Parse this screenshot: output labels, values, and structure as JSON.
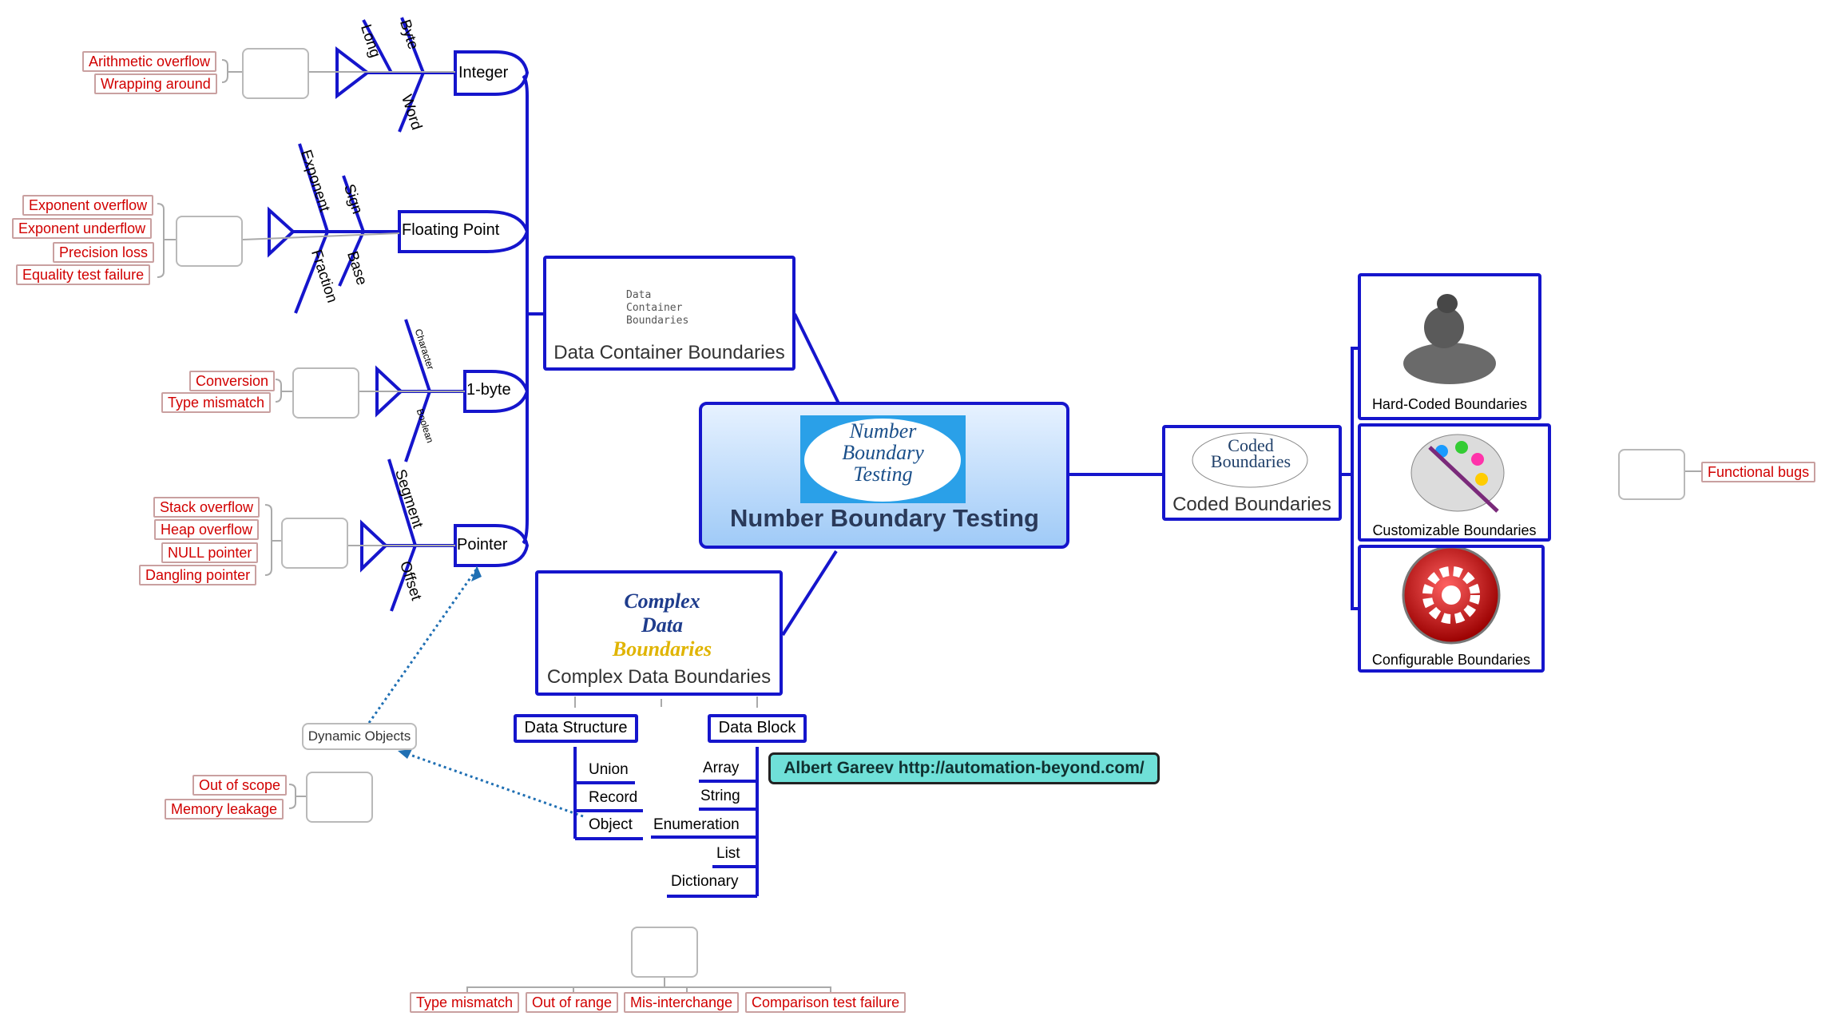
{
  "central": {
    "title": "Number Boundary Testing",
    "logo": [
      "Number",
      "Boundary",
      "Testing"
    ]
  },
  "data_container": {
    "label": "Data Container Boundaries",
    "icon_text": [
      "Data",
      "Container",
      "Boundaries"
    ],
    "types": [
      {
        "label": "Integer",
        "bones": [
          "Long",
          "Byte",
          "Word"
        ],
        "bugs": [
          "Arithmetic overflow",
          "Wrapping around"
        ]
      },
      {
        "label": "Floating Point",
        "bones": [
          "Exponent",
          "Sign",
          "Fraction",
          "Base"
        ],
        "bugs": [
          "Exponent overflow",
          "Exponent underflow",
          "Precision loss",
          "Equality test failure"
        ]
      },
      {
        "label": "1-byte",
        "bones": [
          "Character",
          "Boolean"
        ],
        "bugs": [
          "Conversion",
          "Type mismatch"
        ]
      },
      {
        "label": "Pointer",
        "bones": [
          "Segment",
          "Offset"
        ],
        "bugs": [
          "Stack overflow",
          "Heap overflow",
          "NULL pointer",
          "Dangling pointer"
        ]
      }
    ]
  },
  "complex_data": {
    "label": "Complex Data Boundaries",
    "logo": [
      "Complex Data",
      "Boundaries"
    ],
    "data_structure": {
      "label": "Data Structure",
      "items": [
        "Union",
        "Record",
        "Object"
      ]
    },
    "data_block": {
      "label": "Data Block",
      "items": [
        "Array",
        "String",
        "Enumeration",
        "List",
        "Dictionary"
      ]
    },
    "dynamic_objects": {
      "label": "Dynamic Objects",
      "bugs": [
        "Out of scope",
        "Memory leakage"
      ]
    },
    "bugs": [
      "Type mismatch",
      "Out of range",
      "Mis-interchange",
      "Comparison test failure"
    ]
  },
  "coded": {
    "label": "Coded Boundaries",
    "icon_text": [
      "Coded",
      "Boundaries"
    ],
    "children": [
      "Hard-Coded Boundaries",
      "Customizable Boundaries",
      "Configurable Boundaries"
    ],
    "bugs": [
      "Functional bugs"
    ]
  },
  "author": "Albert Gareev http://automation-beyond.com/",
  "colors": {
    "branch": "#1515cc",
    "bug_text": "#d10000",
    "central_fill": "#bcdcff",
    "author_fill": "#6fe0d8"
  }
}
